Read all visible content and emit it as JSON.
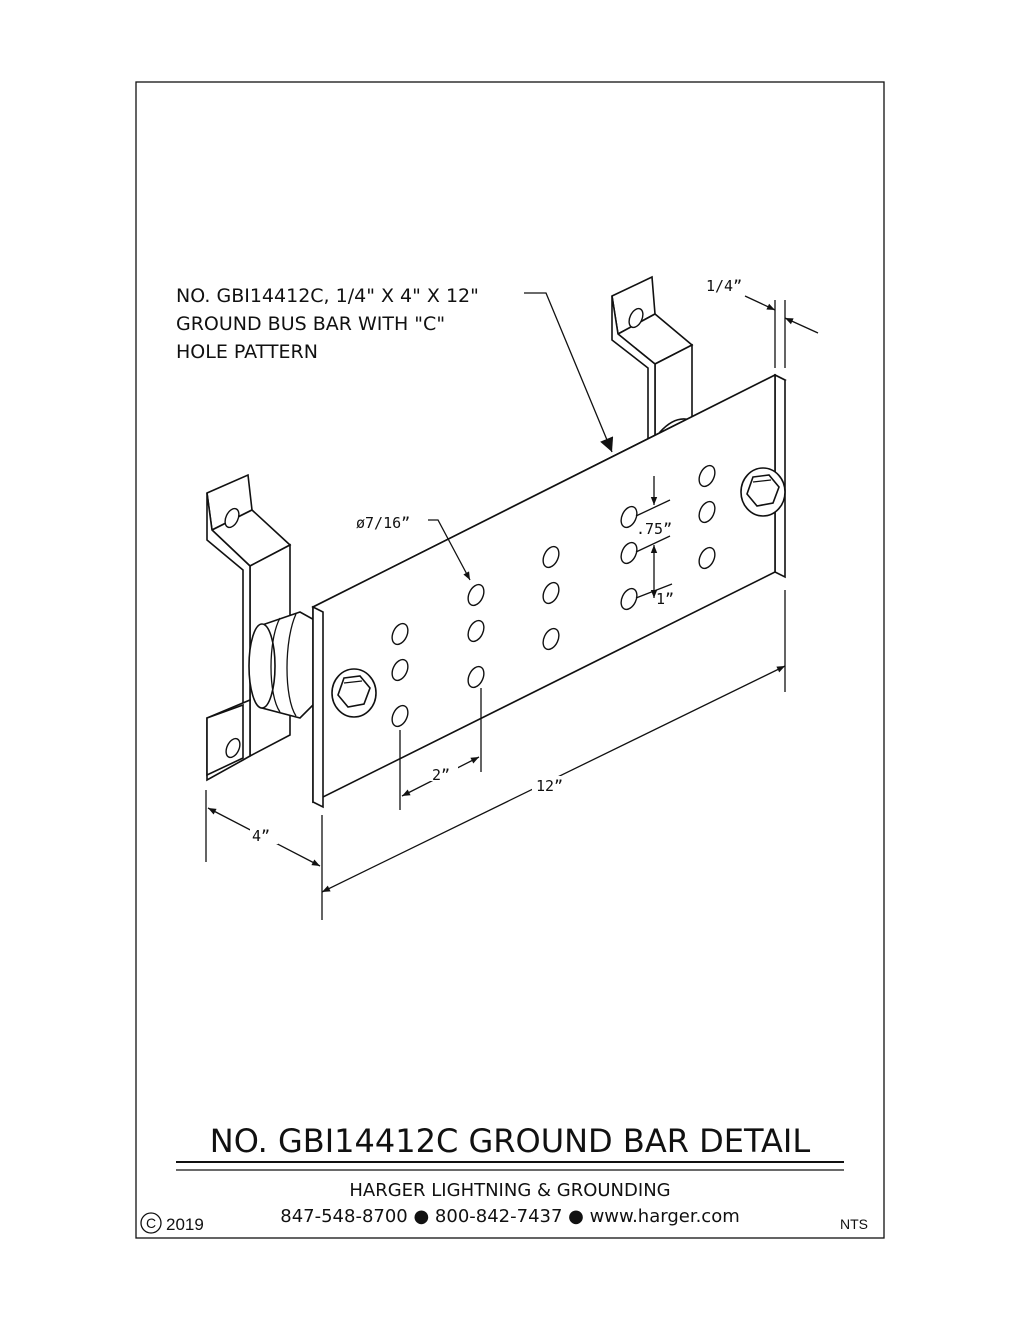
{
  "callout": {
    "line1": "NO. GBI14412C, 1/4\" X 4\" X 12\"",
    "line2": "GROUND BUS BAR WITH \"C\"",
    "line3": "HOLE PATTERN"
  },
  "dimensions": {
    "thickness": "1/4”",
    "hole_diameter": "ø7/16”",
    "spacing_075": ".75”",
    "spacing_1": "1”",
    "spacing_2": "2”",
    "length": "12”",
    "width": "4”"
  },
  "title_block": {
    "title": "NO. GBI14412C GROUND BAR DETAIL",
    "company": "HARGER LIGHTNING & GROUNDING",
    "contact": "847-548-8700 ● 800-842-7437 ● www.harger.com",
    "copyright_symbol": "C",
    "year": "2019",
    "scale": "NTS"
  }
}
